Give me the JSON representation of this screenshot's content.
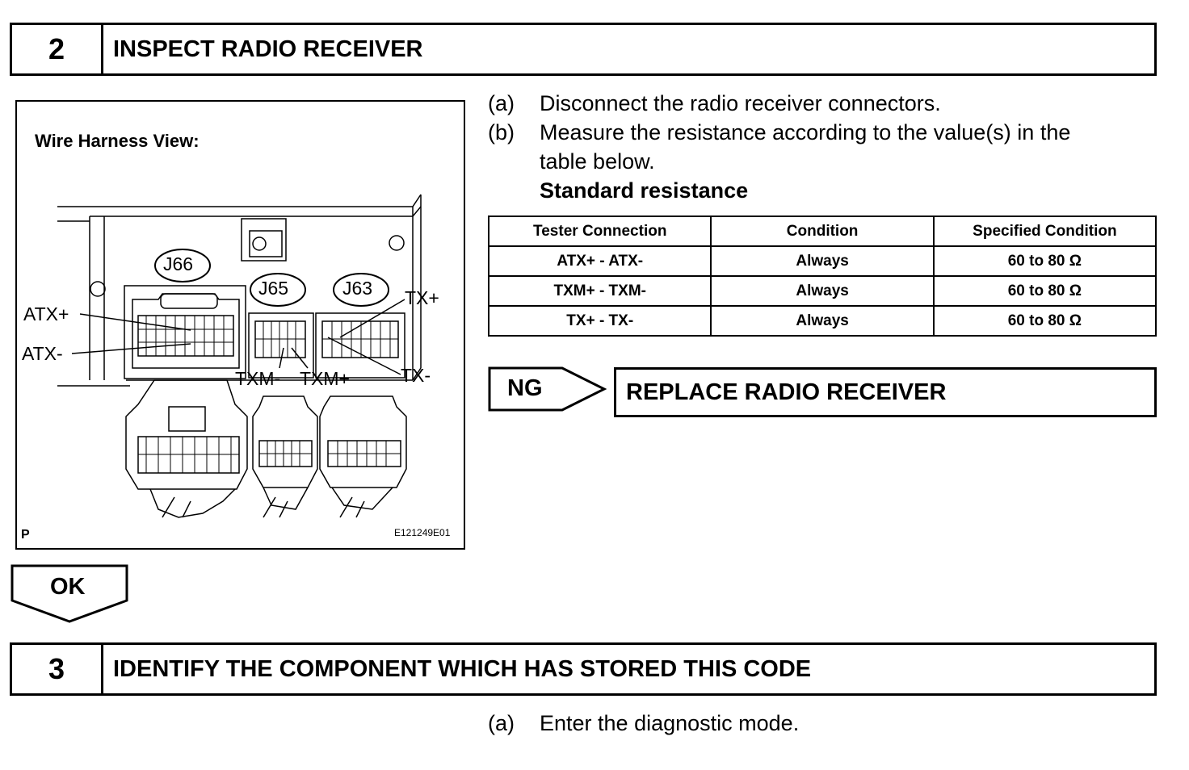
{
  "step2": {
    "number": "2",
    "title": "INSPECT RADIO RECEIVER"
  },
  "diagram": {
    "title": "Wire Harness View:",
    "code": "E121249E01",
    "corner_mark": "P",
    "connectors": [
      "J66",
      "J65",
      "J63"
    ],
    "labels": {
      "atx_plus": "ATX+",
      "atx_minus": "ATX-",
      "txm_minus": "TXM-",
      "txm_plus": "TXM+",
      "tx_plus": "TX+",
      "tx_minus": "TX-"
    }
  },
  "instructions": [
    {
      "label": "(a)",
      "text": "Disconnect the radio receiver connectors."
    },
    {
      "label": "(b)",
      "text": "Measure the resistance according to the value(s) in the",
      "text2": "table below."
    }
  ],
  "standard_resistance": "Standard resistance",
  "table": {
    "headers": [
      "Tester Connection",
      "Condition",
      "Specified Condition"
    ],
    "rows": [
      [
        "ATX+ - ATX-",
        "Always",
        "60 to 80 Ω"
      ],
      [
        "TXM+ - TXM-",
        "Always",
        "60 to 80 Ω"
      ],
      [
        "TX+ - TX-",
        "Always",
        "60 to 80 Ω"
      ]
    ]
  },
  "ng": {
    "label": "NG",
    "result": "REPLACE RADIO RECEIVER"
  },
  "ok": {
    "label": "OK"
  },
  "step3": {
    "number": "3",
    "title": "IDENTIFY THE COMPONENT WHICH HAS STORED THIS CODE"
  },
  "step3_instruction": {
    "label": "(a)",
    "text": "Enter the diagnostic mode."
  }
}
